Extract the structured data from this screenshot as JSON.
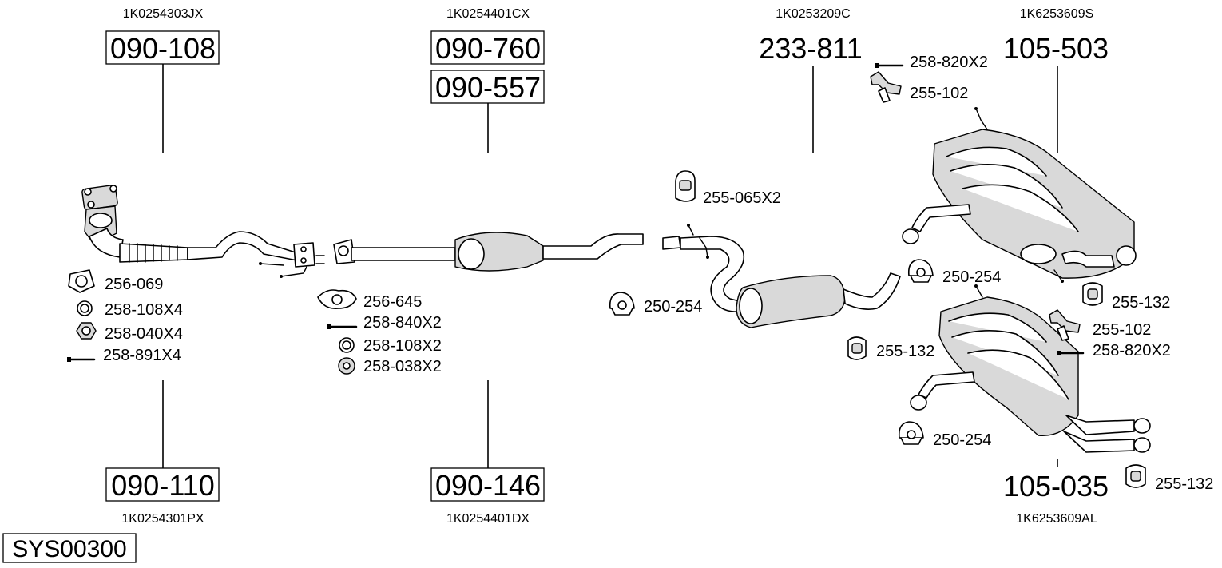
{
  "system_id": "SYS00300",
  "assemblies": [
    {
      "id": "front-pipe",
      "part_numbers": [
        "090-108"
      ],
      "reference": "1K0254303JX"
    },
    {
      "id": "front-pipe-alt",
      "part_numbers": [
        "090-110"
      ],
      "reference": "1K0254301PX"
    },
    {
      "id": "catalyst",
      "part_numbers": [
        "090-760",
        "090-557"
      ],
      "reference": "1K0254401CX"
    },
    {
      "id": "catalyst-alt",
      "part_numbers": [
        "090-146"
      ],
      "reference": "1K0254401DX"
    },
    {
      "id": "middle-silencer",
      "part_numbers": [
        "233-811"
      ],
      "reference": "1K0253209C"
    },
    {
      "id": "rear-silencer",
      "part_numbers": [
        "105-503"
      ],
      "reference": "1K6253609S"
    },
    {
      "id": "rear-silencer-alt",
      "part_numbers": [
        "105-035"
      ],
      "reference": "1K6253609AL"
    }
  ],
  "fittings": {
    "f1": "256-069",
    "f2": "258-108X4",
    "f3": "258-040X4",
    "f4": "258-891X4",
    "f5": "256-645",
    "f6": "258-840X2",
    "f7": "258-108X2",
    "f8": "258-038X2",
    "f9": "255-065X2",
    "f10": "250-254",
    "f11": "255-132",
    "f12": "258-820X2",
    "f13": "255-102",
    "f14": "250-254",
    "f15": "255-132",
    "f16": "255-102",
    "f17": "258-820X2",
    "f18": "250-254",
    "f19": "255-132"
  }
}
